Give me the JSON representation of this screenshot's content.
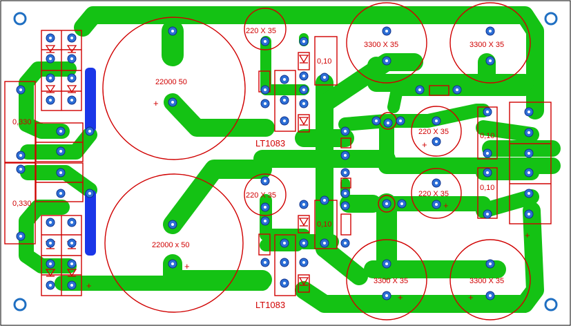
{
  "colors": {
    "background": "#ffffff",
    "track": "#14c214",
    "bridge": "#1a36e8",
    "outline": "#d00000",
    "pad": "#2d6fd6",
    "mount_hole": "#1f6fc2"
  },
  "labels": {
    "cap_main_top": "22000  50",
    "cap_main_bottom": "22000 x 50",
    "cap_small_top": "220 X 35",
    "cap_small_bottom": "220 X 35",
    "cap_big_tl": "3300 X 35",
    "cap_big_tr": "3300 X 35",
    "cap_big_bl": "3300 X 35",
    "cap_big_br": "3300 X 35",
    "cap_mid_top": "220 X 35",
    "cap_mid_bottom": "220 X 35",
    "res_top": "0,10",
    "res_bottom": "0,10",
    "res_right_top": "0,10",
    "res_right_bottom": "0,10",
    "shunt_top": "0,330",
    "shunt_bottom": "0,330",
    "reg_top": "LT1083",
    "reg_bottom": "LT1083"
  },
  "polarity_marks": {
    "cap_main_top": "+",
    "cap_main_bottom": "+",
    "bridge_bottom": "+",
    "cap_mid_top": "+",
    "cap_mid_bottom": "+",
    "cap_big_bl": "+",
    "cap_big_br": "+",
    "output_connector": "+"
  }
}
